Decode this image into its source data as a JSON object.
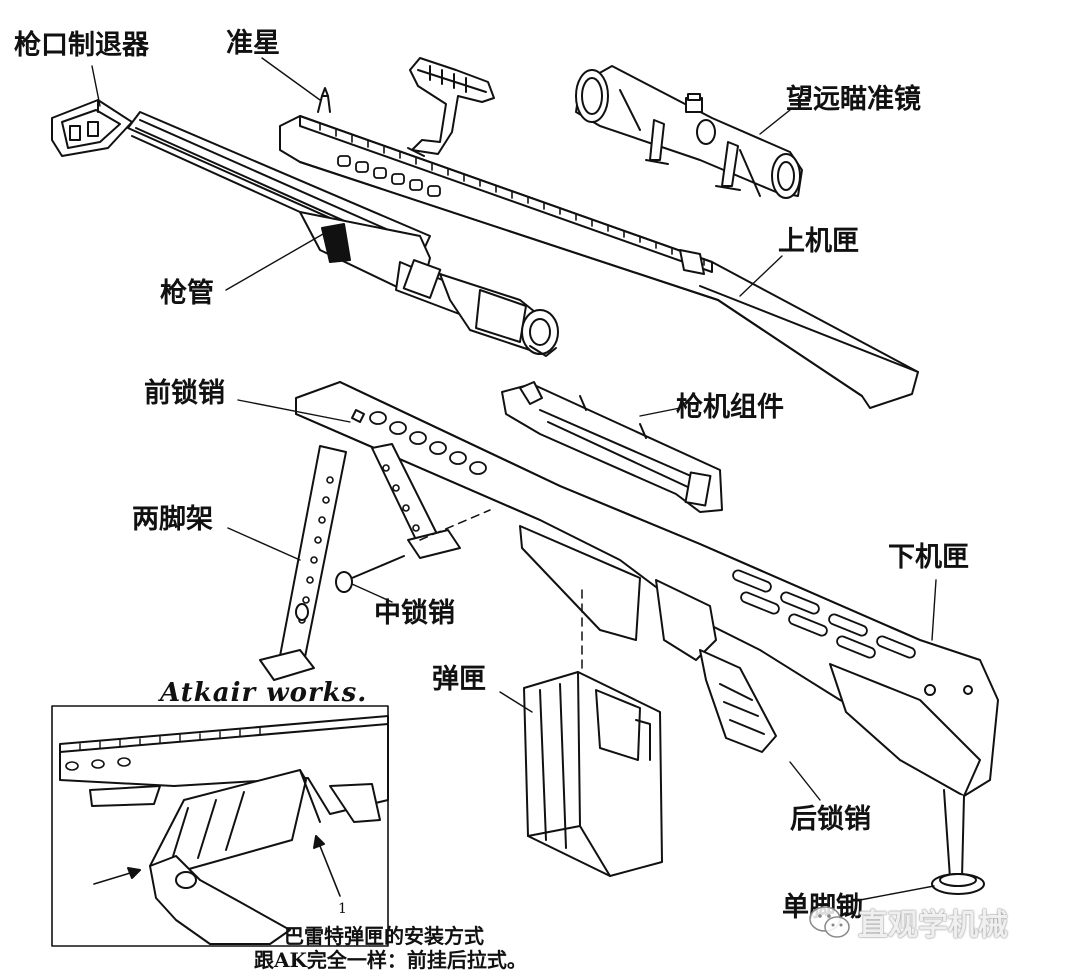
{
  "labels": {
    "muzzle_brake": "枪口制退器",
    "front_sight": "准星",
    "scope": "望远瞄准镜",
    "upper_receiver": "上机匣",
    "barrel": "枪管",
    "front_lock_pin": "前锁销",
    "bolt_assembly": "枪机组件",
    "bipod": "两脚架",
    "lower_receiver": "下机匣",
    "middle_lock_pin": "中锁销",
    "magazine": "弹匣",
    "rear_lock_pin": "后锁销",
    "monopod": "单脚锄"
  },
  "signature": "Atkair works.",
  "inset": {
    "callout_number": "1",
    "caption_line1": "巴雷特弹匣的安装方式",
    "caption_line2": "跟AK完全一样：前挂后拉式。"
  },
  "watermark": {
    "text": "直观学机械",
    "icon": "wechat-icon"
  }
}
